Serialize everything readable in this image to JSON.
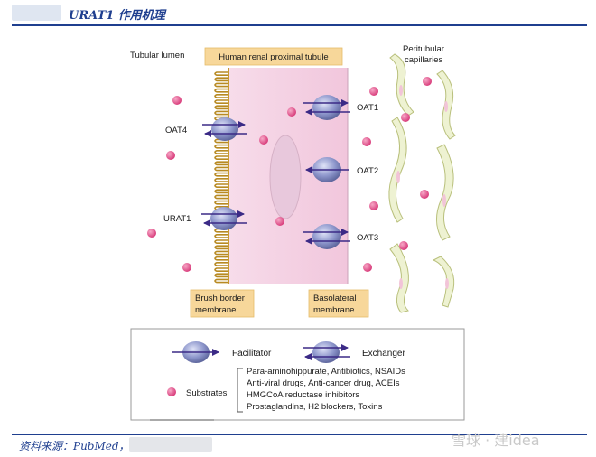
{
  "header": {
    "title": "URAT1 作用机理"
  },
  "footer": {
    "source": "资料来源：PubMed，"
  },
  "watermark": "雪球 · 建idea",
  "diagram": {
    "tubular_lumen": "Tubular lumen",
    "cell_title": "Human renal proximal tubule",
    "peritubular": [
      "Peritubular",
      "capillaries"
    ],
    "transporters": [
      "OAT4",
      "URAT1",
      "OAT1",
      "OAT2",
      "OAT3"
    ],
    "brush_border": [
      "Brush border",
      "membrane"
    ],
    "basolateral": [
      "Basolateral",
      "membrane"
    ]
  },
  "legend": {
    "facilitator": "Facilitator",
    "exchanger": "Exchanger",
    "substrates": "Substrates",
    "substrate_lines": [
      "Para-aminohippurate, Antibiotics, NSAIDs",
      "Anti-viral drugs, Anti-cancer drug, ACEIs",
      "HMGCoA reductase inhibitors",
      "Prostaglandins, H2 blockers, Toxins"
    ]
  },
  "colors": {
    "accent": "#1f3f8f",
    "label_box": "#f7d79a",
    "cell": "#f4d6e6",
    "substrate": "#e2558f",
    "transporter": "#8b94c8",
    "capillary": "#eef2d2"
  }
}
